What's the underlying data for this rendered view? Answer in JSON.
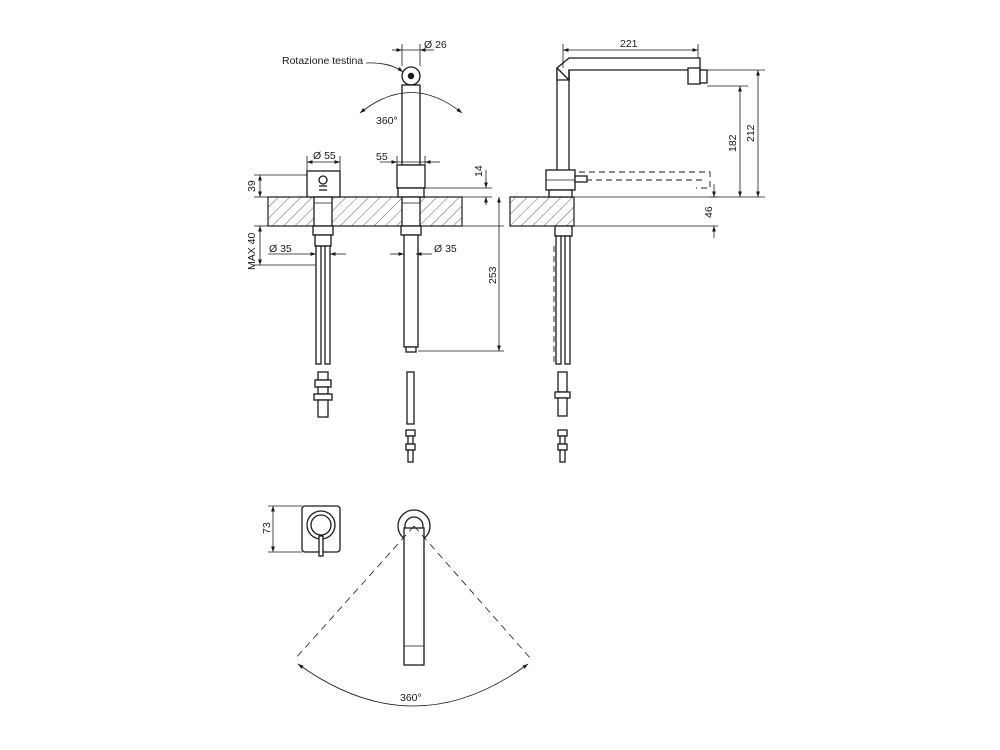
{
  "drawing": {
    "note_rotation": "Rotazione testina",
    "dim_d26": "Ø 26",
    "dim_360_top": "360°",
    "dim_d55": "Ø 55",
    "dim_55": "55",
    "dim_14": "14",
    "dim_39": "39",
    "dim_max40": "MAX 40",
    "dim_d35_left": "Ø 35",
    "dim_d35_right": "Ø 35",
    "dim_253": "253",
    "dim_221": "221",
    "dim_182": "182",
    "dim_212": "212",
    "dim_46": "46",
    "dim_73": "73",
    "dim_360_bottom": "360°"
  }
}
